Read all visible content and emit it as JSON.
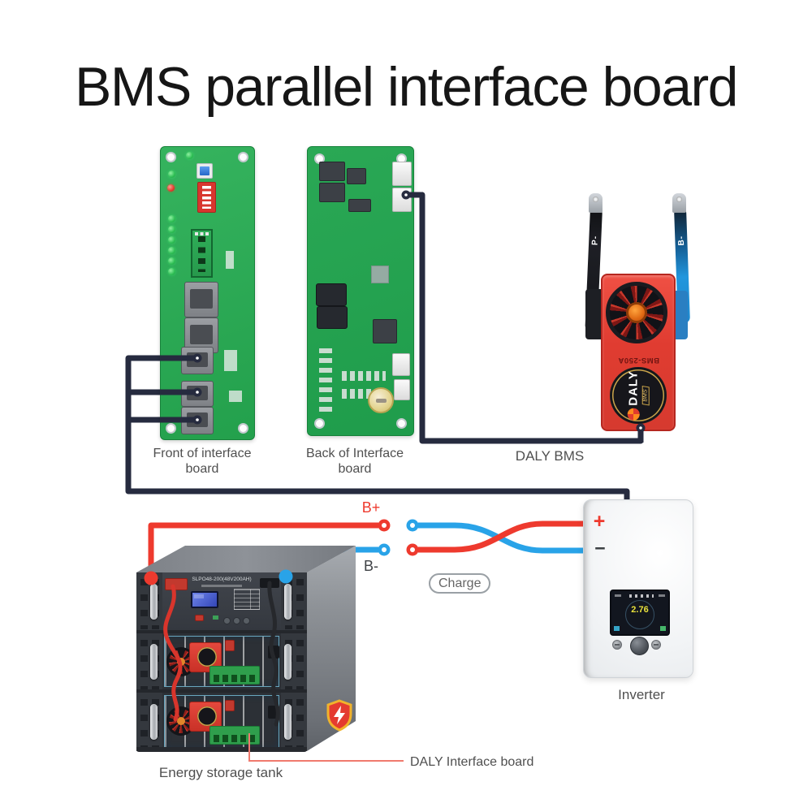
{
  "title": "BMS parallel interface board",
  "labels": {
    "front_board": "Front of interface board",
    "back_board": "Back of Interface board",
    "daly_bms": "DALY BMS",
    "inverter": "Inverter",
    "energy_storage": "Energy storage tank",
    "daly_interface_board": "DALY Interface board",
    "b_plus": "B+",
    "b_minus": "B-",
    "charge": "Charge",
    "inverter_plus": "+",
    "inverter_minus": "−"
  },
  "daly_bms": {
    "model": "BMS-250A",
    "brand": "DALY",
    "brand_badge": "BMS",
    "cable_left": "P-",
    "cable_right": "B-"
  },
  "battery": {
    "model": "SLPO48-200(48V200AH)"
  },
  "inverter": {
    "screen_value": "2.76"
  },
  "colors": {
    "wire-black": "#262b3f",
    "wire-red": "#ee3a2e",
    "wire-blue": "#29a3e8",
    "pcb-green": "#2ca654",
    "bms-red": "#e2423a",
    "label-gray": "#4f4f4f"
  }
}
